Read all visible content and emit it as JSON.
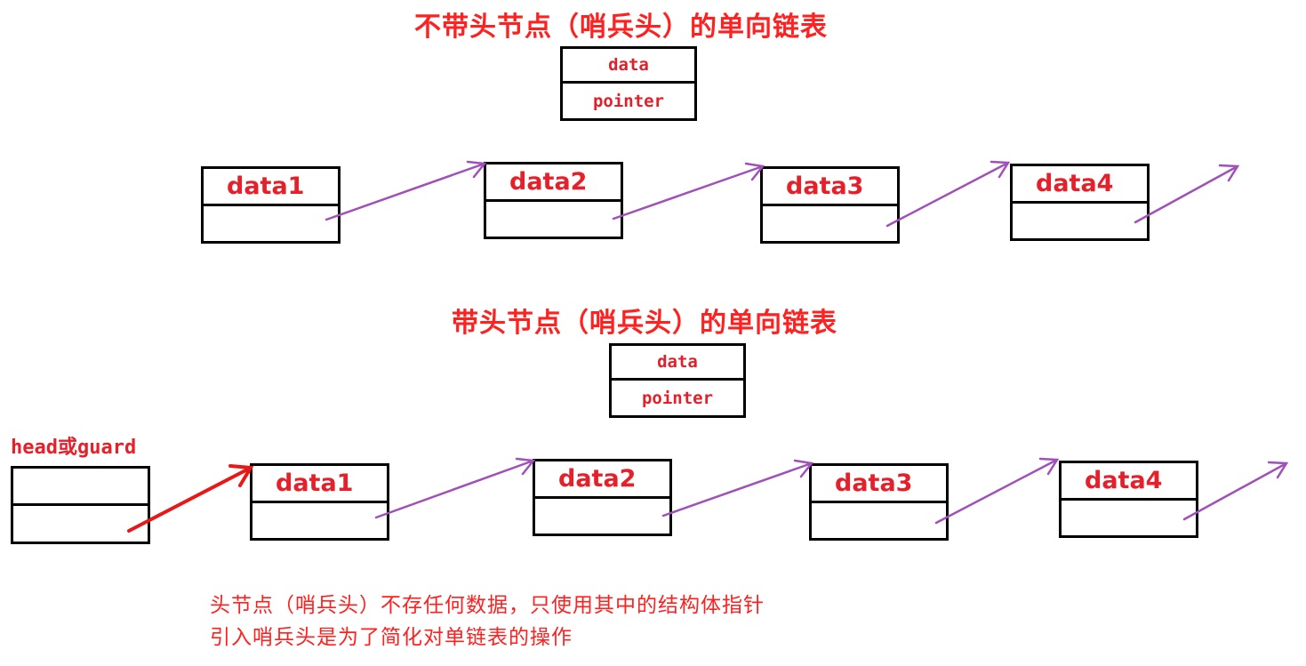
{
  "diagram1": {
    "title": "不带头节点（哨兵头）的单向链表",
    "legend": {
      "data": "data",
      "pointer": "pointer"
    },
    "nodes": [
      "data1",
      "data2",
      "data3",
      "data4"
    ]
  },
  "diagram2": {
    "title": "带头节点（哨兵头）的单向链表",
    "legend": {
      "data": "data",
      "pointer": "pointer"
    },
    "head_label": "head或guard",
    "nodes": [
      "data1",
      "data2",
      "data3",
      "data4"
    ]
  },
  "notes": {
    "line1": "头节点（哨兵头）不存任何数据，只使用其中的结构体指针",
    "line2": "引入哨兵头是为了简化对单链表的操作"
  },
  "colors": {
    "text_red": "#ff2020",
    "arrow_purple": "#a050b8",
    "arrow_red": "#e81818",
    "box_border": "#000000"
  }
}
